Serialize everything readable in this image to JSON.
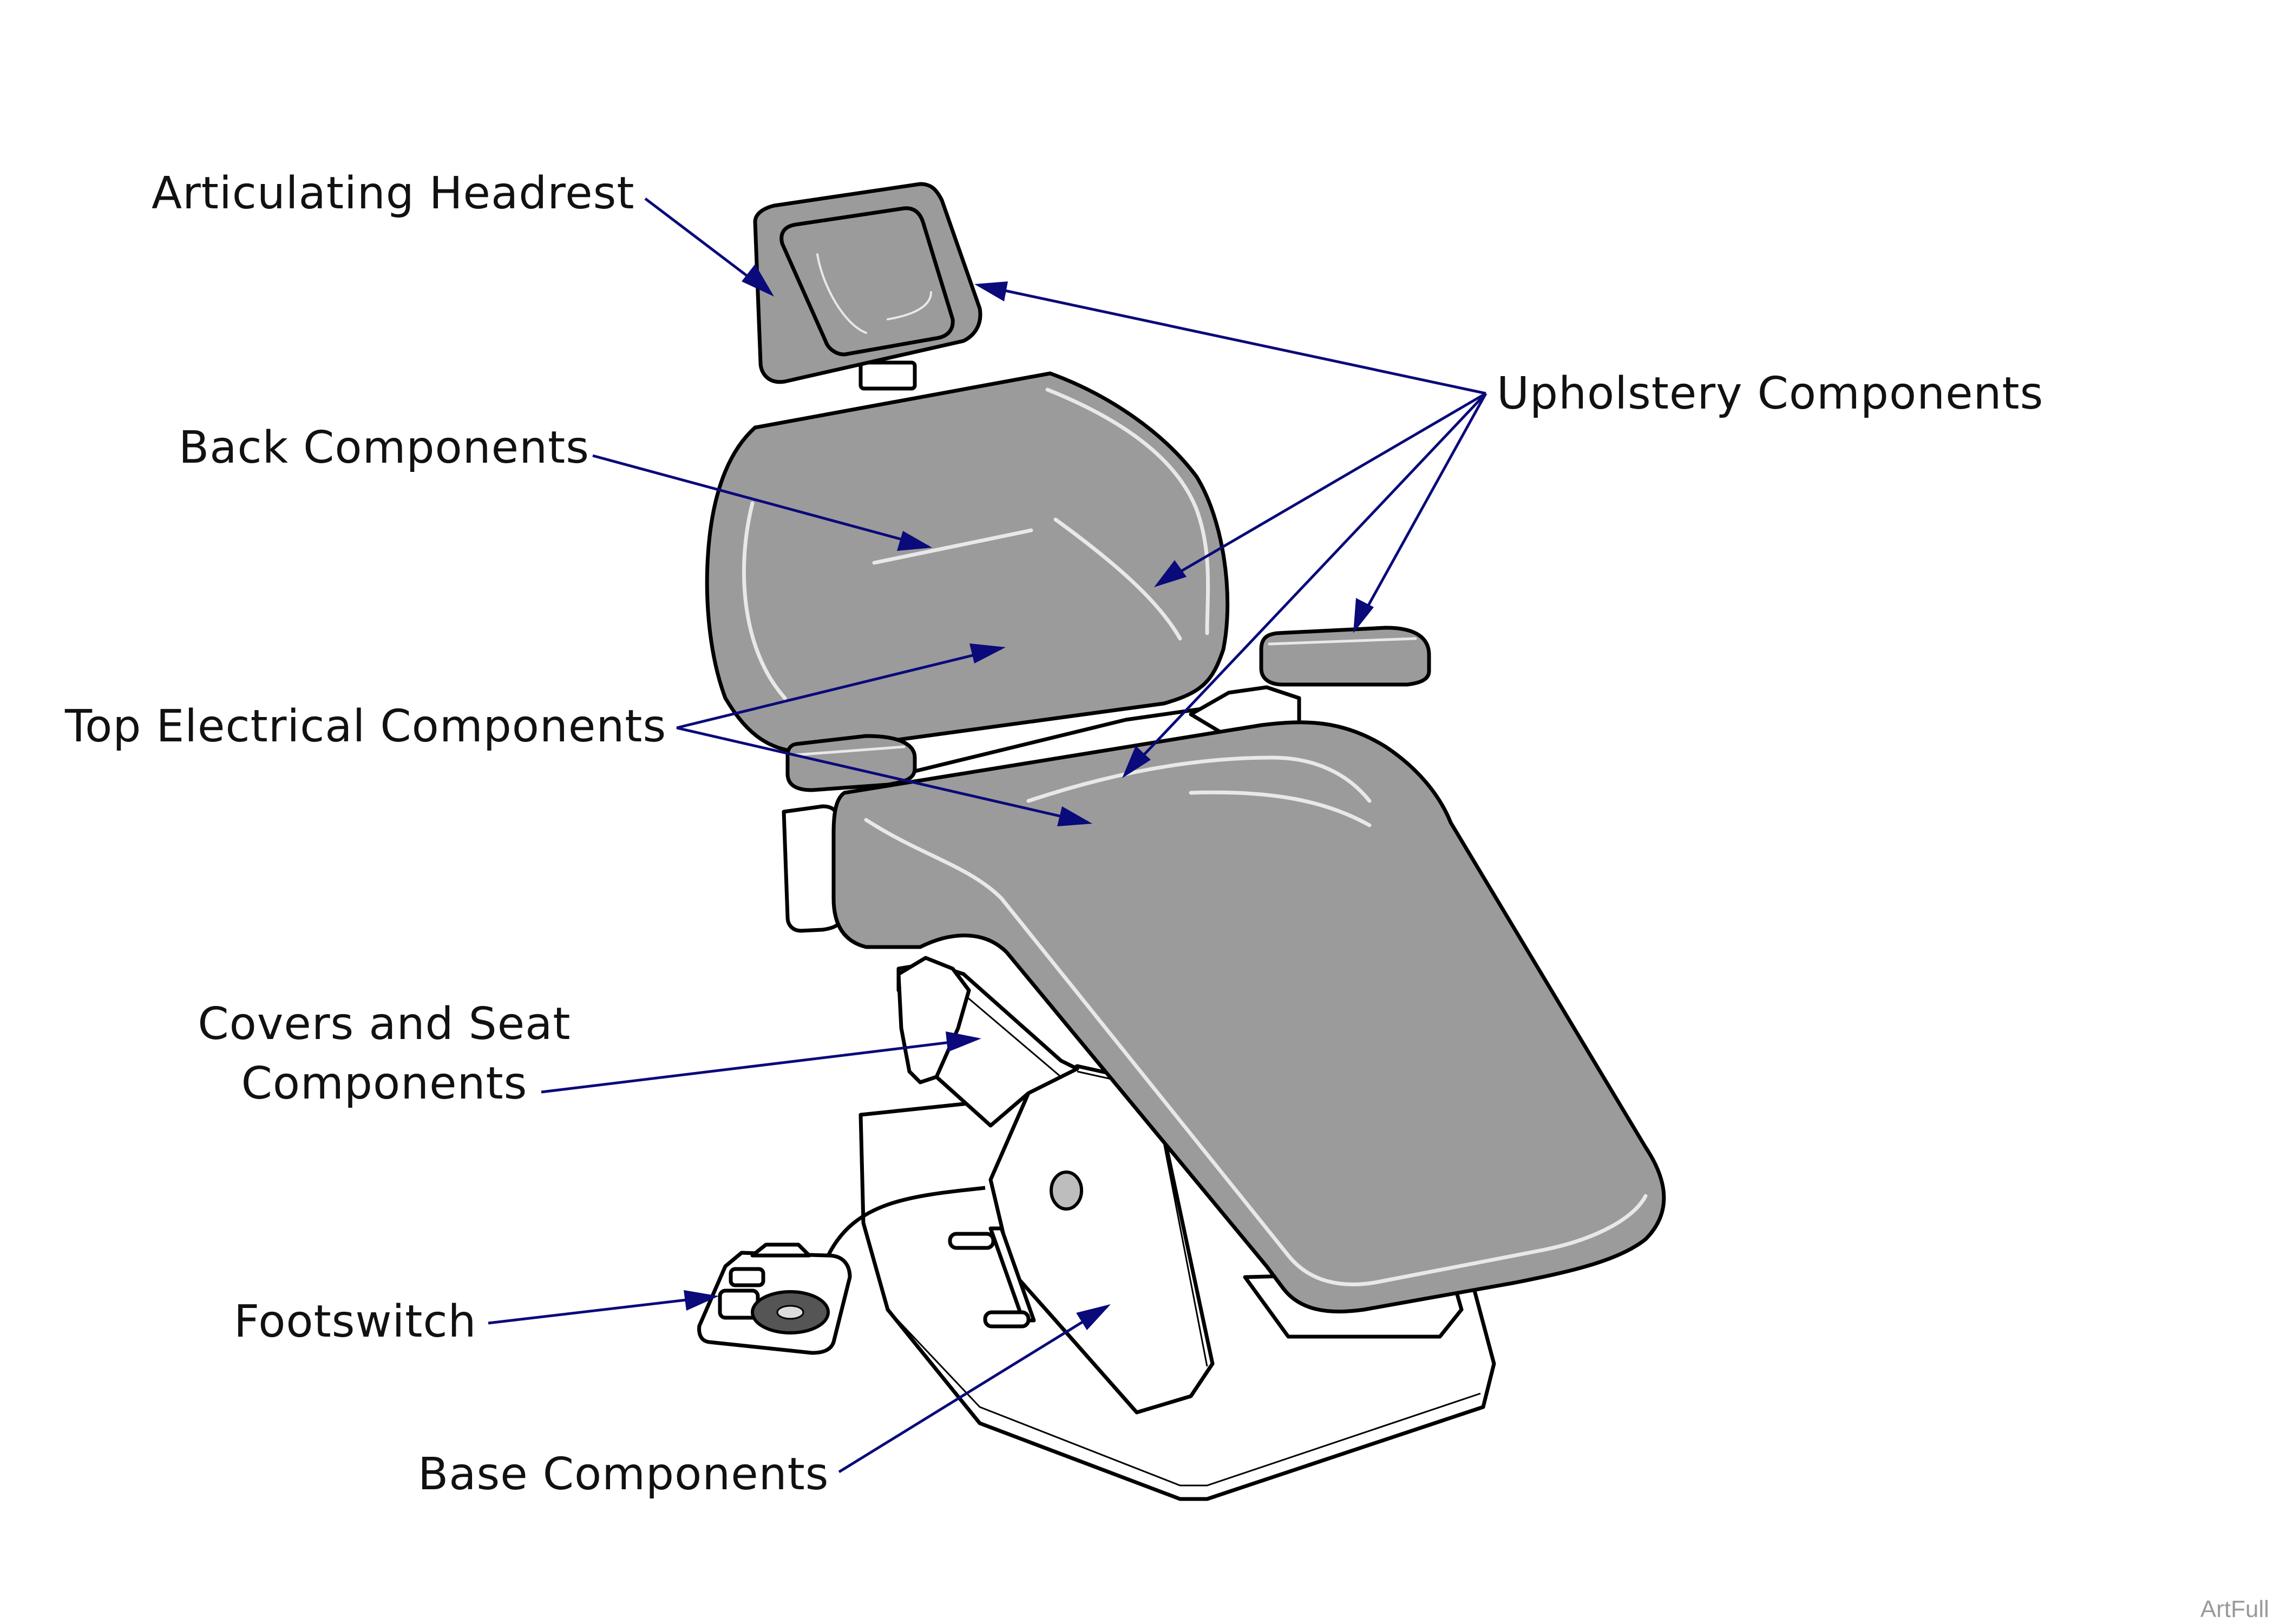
{
  "labels": {
    "articulating_headrest": "Articulating Headrest",
    "back_components": "Back Components",
    "top_electrical_components": "Top Electrical Components",
    "upholstery_components": "Upholstery Components",
    "covers_and_seat_line1": "Covers and Seat",
    "covers_and_seat_line2": "Components",
    "footswitch": "Footswitch",
    "base_components": "Base Components"
  },
  "watermark": "ArtFull",
  "colors": {
    "leader_arrow": "#0a0a7a",
    "upholstery": "#9b9b9b",
    "outline": "#000000",
    "label_text": "#111111"
  }
}
